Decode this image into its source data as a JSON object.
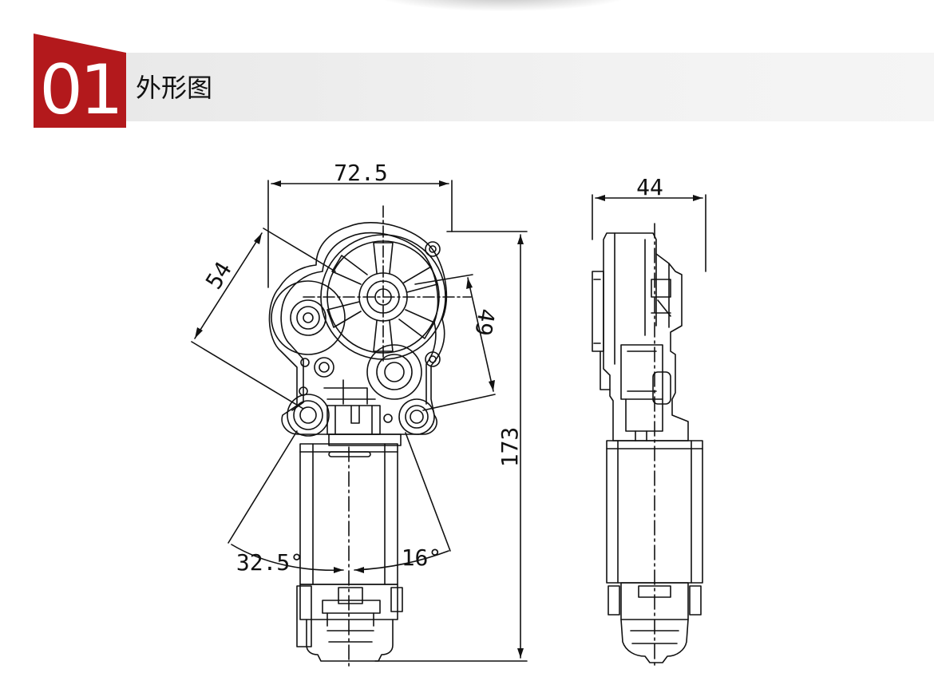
{
  "section": {
    "number": "01",
    "title": "外形图"
  },
  "dimensions": {
    "width_front": "72.5",
    "width_side": "44",
    "height": "173",
    "diag": "54",
    "gear_offset": "49",
    "angle_left": "32.5°",
    "angle_right": "16°"
  },
  "colors": {
    "accent": "#b3191c",
    "line": "#111111",
    "band": "#ececec"
  }
}
